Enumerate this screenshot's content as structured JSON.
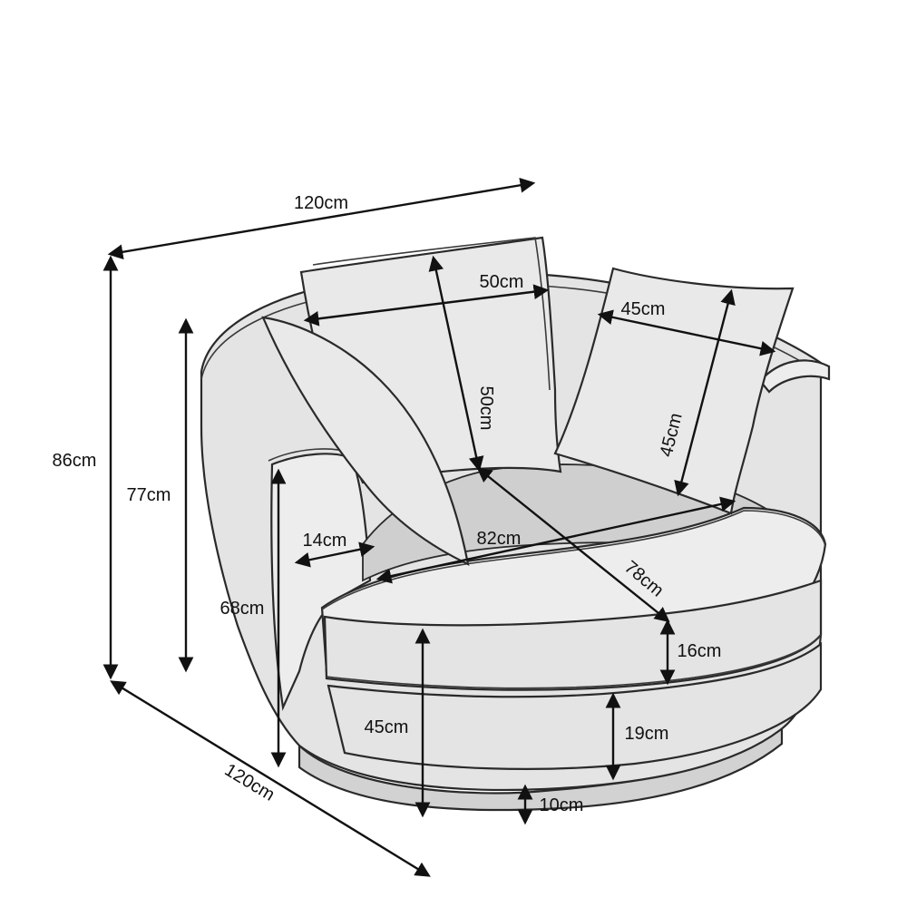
{
  "dimensions": {
    "overall_width": "120cm",
    "overall_depth": "120cm",
    "overall_height": "86cm",
    "back_height": "77cm",
    "arm_height": "68cm",
    "seat_height": "45cm",
    "back_pillow_width": "50cm",
    "back_pillow_height": "50cm",
    "side_pillow_width": "45cm",
    "side_pillow_height": "45cm",
    "arm_width": "14cm",
    "seat_width": "82cm",
    "seat_depth": "78cm",
    "cushion_thickness": "16cm",
    "base_height": "19cm",
    "foot_height": "10cm"
  },
  "colors": {
    "line": "#111111",
    "upholstery": "#e4e4e4",
    "background": "#ffffff"
  }
}
